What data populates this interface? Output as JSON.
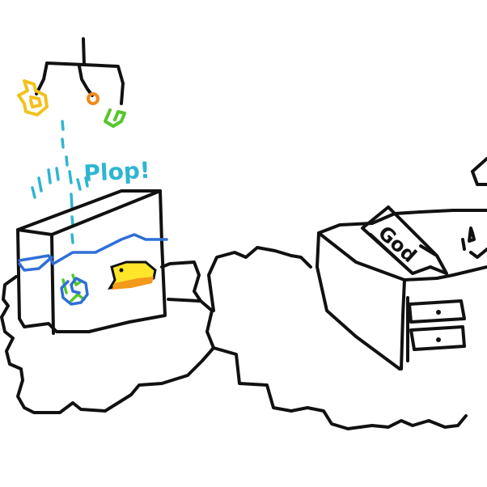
{
  "drawing": {
    "plop_text": "Plop!",
    "desk_sign_text": "God",
    "colors": {
      "ink": "#111111",
      "water": "#2f6fd6",
      "drops": "#2fb5d1",
      "fish_body": "#ffe62a",
      "fish_belly": "#f39a1a",
      "mobile_yellow": "#f2c21b",
      "mobile_orange": "#f08a1c",
      "mobile_green": "#53c82a",
      "plant": "#53c82a"
    },
    "icons": {
      "fish": "fish-icon",
      "snail": "snail-icon",
      "mobile": "hanging-mobile"
    }
  }
}
